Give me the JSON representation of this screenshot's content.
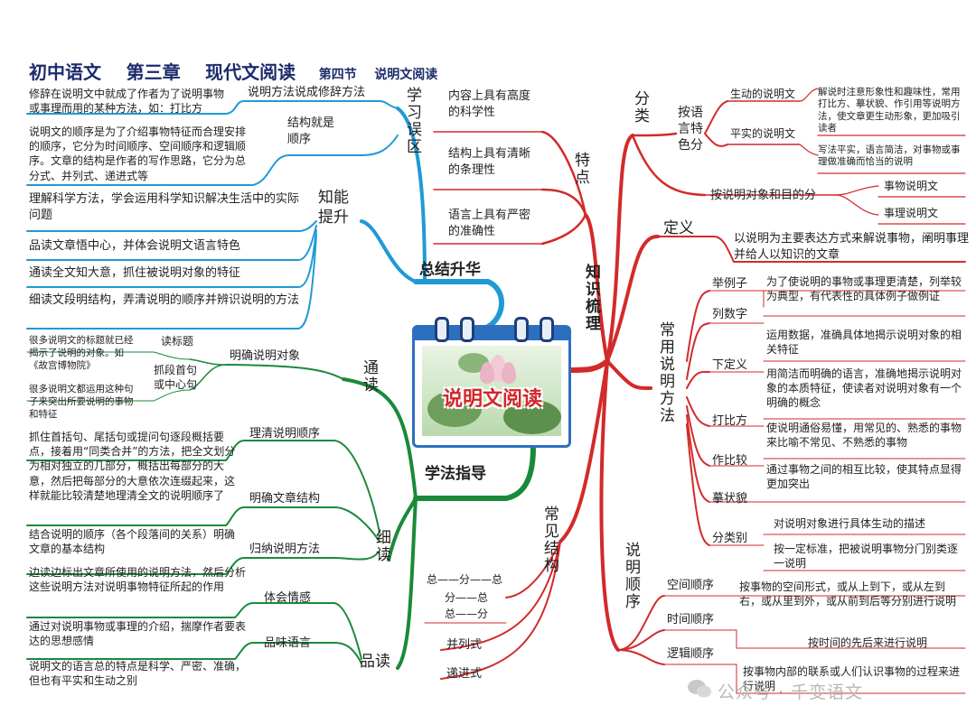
{
  "title": {
    "t1": "初中语文",
    "t2": "第三章",
    "t3": "现代文阅读",
    "t4": "第四节",
    "t5": "说明文阅读"
  },
  "center": {
    "label": "说明文阅读"
  },
  "knowledge": {
    "label": "知识梳理",
    "fenlei": {
      "label": "分类",
      "by_lang": {
        "label": "按语言特色分",
        "vivid": {
          "label": "生动的说明文",
          "desc": "解说时注意形象性和趣味性，常用打比方、摹状貌、作引用等说明方法，使文章更生动形象，更加吸引读者"
        },
        "plain": {
          "label": "平实的说明文",
          "desc": "写法平实，语言简洁，对事物或事理做准确而恰当的说明"
        }
      },
      "by_object": {
        "label": "按说明对象和目的分",
        "thing": "事物说明文",
        "reason": "事理说明文"
      }
    },
    "dingyi": {
      "label": "定义",
      "desc": "以说明为主要表达方式来解说事物，阐明事理并给人以知识的文章"
    },
    "tedian": {
      "label": "特点",
      "items": [
        "内容上具有高度的科学性",
        "结构上具有清晰的条理性",
        "语言上具有严密的准确性"
      ]
    },
    "methods": {
      "label": "常用说明方法",
      "items": [
        {
          "name": "举例子",
          "desc": "为了使说明的事物或事理更清楚，列举较为典型，有代表性的具体例子做例证"
        },
        {
          "name": "列数字",
          "desc": "运用数据，准确具体地揭示说明对象的相关特征"
        },
        {
          "name": "下定义",
          "desc": "用简洁而明确的语言，准确地揭示说明对象的本质特征，使读者对说明对象有一个明确的概念"
        },
        {
          "name": "打比方",
          "desc": "使说明通俗易懂，用常见的、熟悉的事物来比喻不常见、不熟悉的事物"
        },
        {
          "name": "作比较",
          "desc": "通过事物之间的相互比较，使其特点显得更加突出"
        },
        {
          "name": "摹状貌",
          "desc": "对说明对象进行具体生动的描述"
        },
        {
          "name": "分类别",
          "desc": "按一定标准，把被说明事物分门别类逐一说明"
        }
      ]
    },
    "order": {
      "label": "说明顺序",
      "items": [
        {
          "name": "空间顺序",
          "desc": "按事物的空间形式，或从上到下，或从左到右，或从里到外，或从前到后等分别进行说明"
        },
        {
          "name": "时间顺序",
          "desc": "按时间的先后来进行说明"
        },
        {
          "name": "逻辑顺序",
          "desc": "按事物内部的联系或人们认识事物的过程来进行说明"
        }
      ]
    },
    "structure": {
      "label": "常见结构",
      "items": [
        "总——分——总",
        "分——总",
        "总——分",
        "并列式",
        "递进式"
      ]
    }
  },
  "summary": {
    "label": "总结升华",
    "mistakes": {
      "label": "学习误区",
      "items": [
        {
          "name": "说明方法说成修辞方法",
          "desc": "修辞在说明文中就成了作者为了说明事物或事理而用的某种方法，如：打比方"
        },
        {
          "name": "结构就是顺序",
          "desc": "说明文的顺序是为了介绍事物特征而合理安排的顺序，它分为时间顺序、空间顺序和逻辑顺序。文章的结构是作者的写作思路，它分为总分式、并列式、递进式等"
        }
      ]
    },
    "ability": {
      "label": "知能提升",
      "items": [
        "理解科学方法，学会运用科学知识解决生活中的实际问题",
        "品读文章悟中心，并体会说明文语言特色",
        "通读全文知大意，抓住被说明对象的特征",
        "细读文段明结构，弄清说明的顺序并辨识说明的方法"
      ]
    }
  },
  "method_guide": {
    "label": "学法指导",
    "tongdu": {
      "label": "通读",
      "clear_object": "明确说明对象",
      "read_title": "读标题",
      "read_title_desc": "很多说明文的标题就已经揭示了说明的对象。如《故宫博物院》",
      "first_sentence": "抓段首句或中心句",
      "first_sentence_desc": "很多说明文都运用这种句子来突出所要说明的事物和特征"
    },
    "xidu": {
      "label": "细读",
      "items": [
        {
          "name": "理清说明顺序",
          "desc": "抓住首括句、尾括句或提问句逐段概括要点，接着用“同类合并”的方法，把全文划分为相对独立的几部分，概括出每部分的大意，然后把每部分的大意依次连缀起来，这样就能比较清楚地理清全文的说明顺序了"
        },
        {
          "name": "明确文章结构",
          "desc": "结合说明的顺序（各个段落间的关系）明确文章的基本结构"
        },
        {
          "name": "归纳说明方法",
          "desc": "边读边标出文章所使用的说明方法，然后分析这些说明方法对说明事物特征所起的作用"
        }
      ]
    },
    "pindu": {
      "label": "品读",
      "items": [
        {
          "name": "体会情感",
          "desc": "通过对说明事物或事理的介绍，揣摩作者要表达的思想感情"
        },
        {
          "name": "品味语言",
          "desc": "说明文的语言总的特点是科学、严密、准确，但也有平实和生动之别"
        }
      ]
    }
  },
  "watermark": "公众号 · 千变语文",
  "colors": {
    "red": "#d32a2a",
    "blue": "#1f9ad6",
    "green": "#1a8a3a",
    "title": "#1d2b6b",
    "card": "#2d6fbf"
  }
}
